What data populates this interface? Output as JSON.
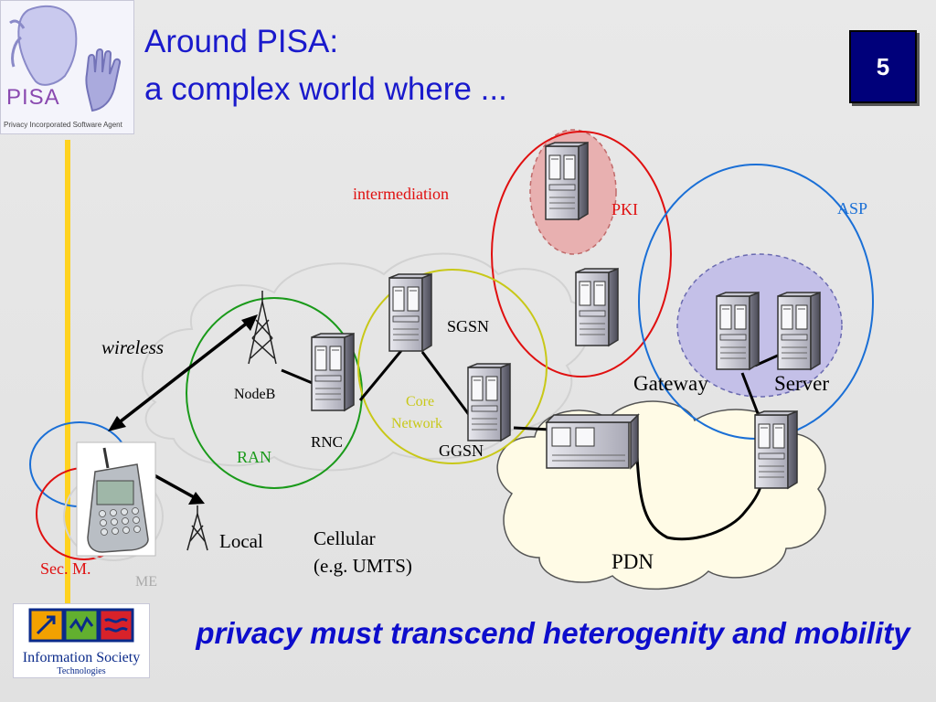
{
  "logo_pisa": {
    "wordmark": "PISA",
    "tagline": "Privacy Incorporated Software Agent"
  },
  "title": {
    "line1": "Around PISA:",
    "line2": "a complex world where ..."
  },
  "slide_number": "5",
  "diagram": {
    "labels": {
      "intermediation": "intermediation",
      "pki": "PKI",
      "asp": "ASP",
      "sgsn": "SGSN",
      "wireless": "wireless",
      "nodeb": "NodeB",
      "rnc": "RNC",
      "ran": "RAN",
      "core_network_1": "Core",
      "core_network_2": "Network",
      "ggsn": "GGSN",
      "gateway": "Gateway",
      "server": "Server",
      "local": "Local",
      "cellular_1": "Cellular",
      "cellular_2": "(e.g. UMTS)",
      "pdn": "PDN",
      "sec_m": "Sec. M.",
      "me": "ME"
    },
    "colors": {
      "red": "#e01010",
      "blue": "#1a6fd6",
      "green": "#1a9a1a",
      "yellow_green": "#c8c818",
      "pki_fill": "#e8b0b0",
      "asp_fill": "#c4c0e8",
      "pdn_fill": "#fffbe6"
    }
  },
  "logo_ist": {
    "line1": "Information Society",
    "line2": "Technologies"
  },
  "tagline": "privacy must transcend heterogenity and mobility"
}
